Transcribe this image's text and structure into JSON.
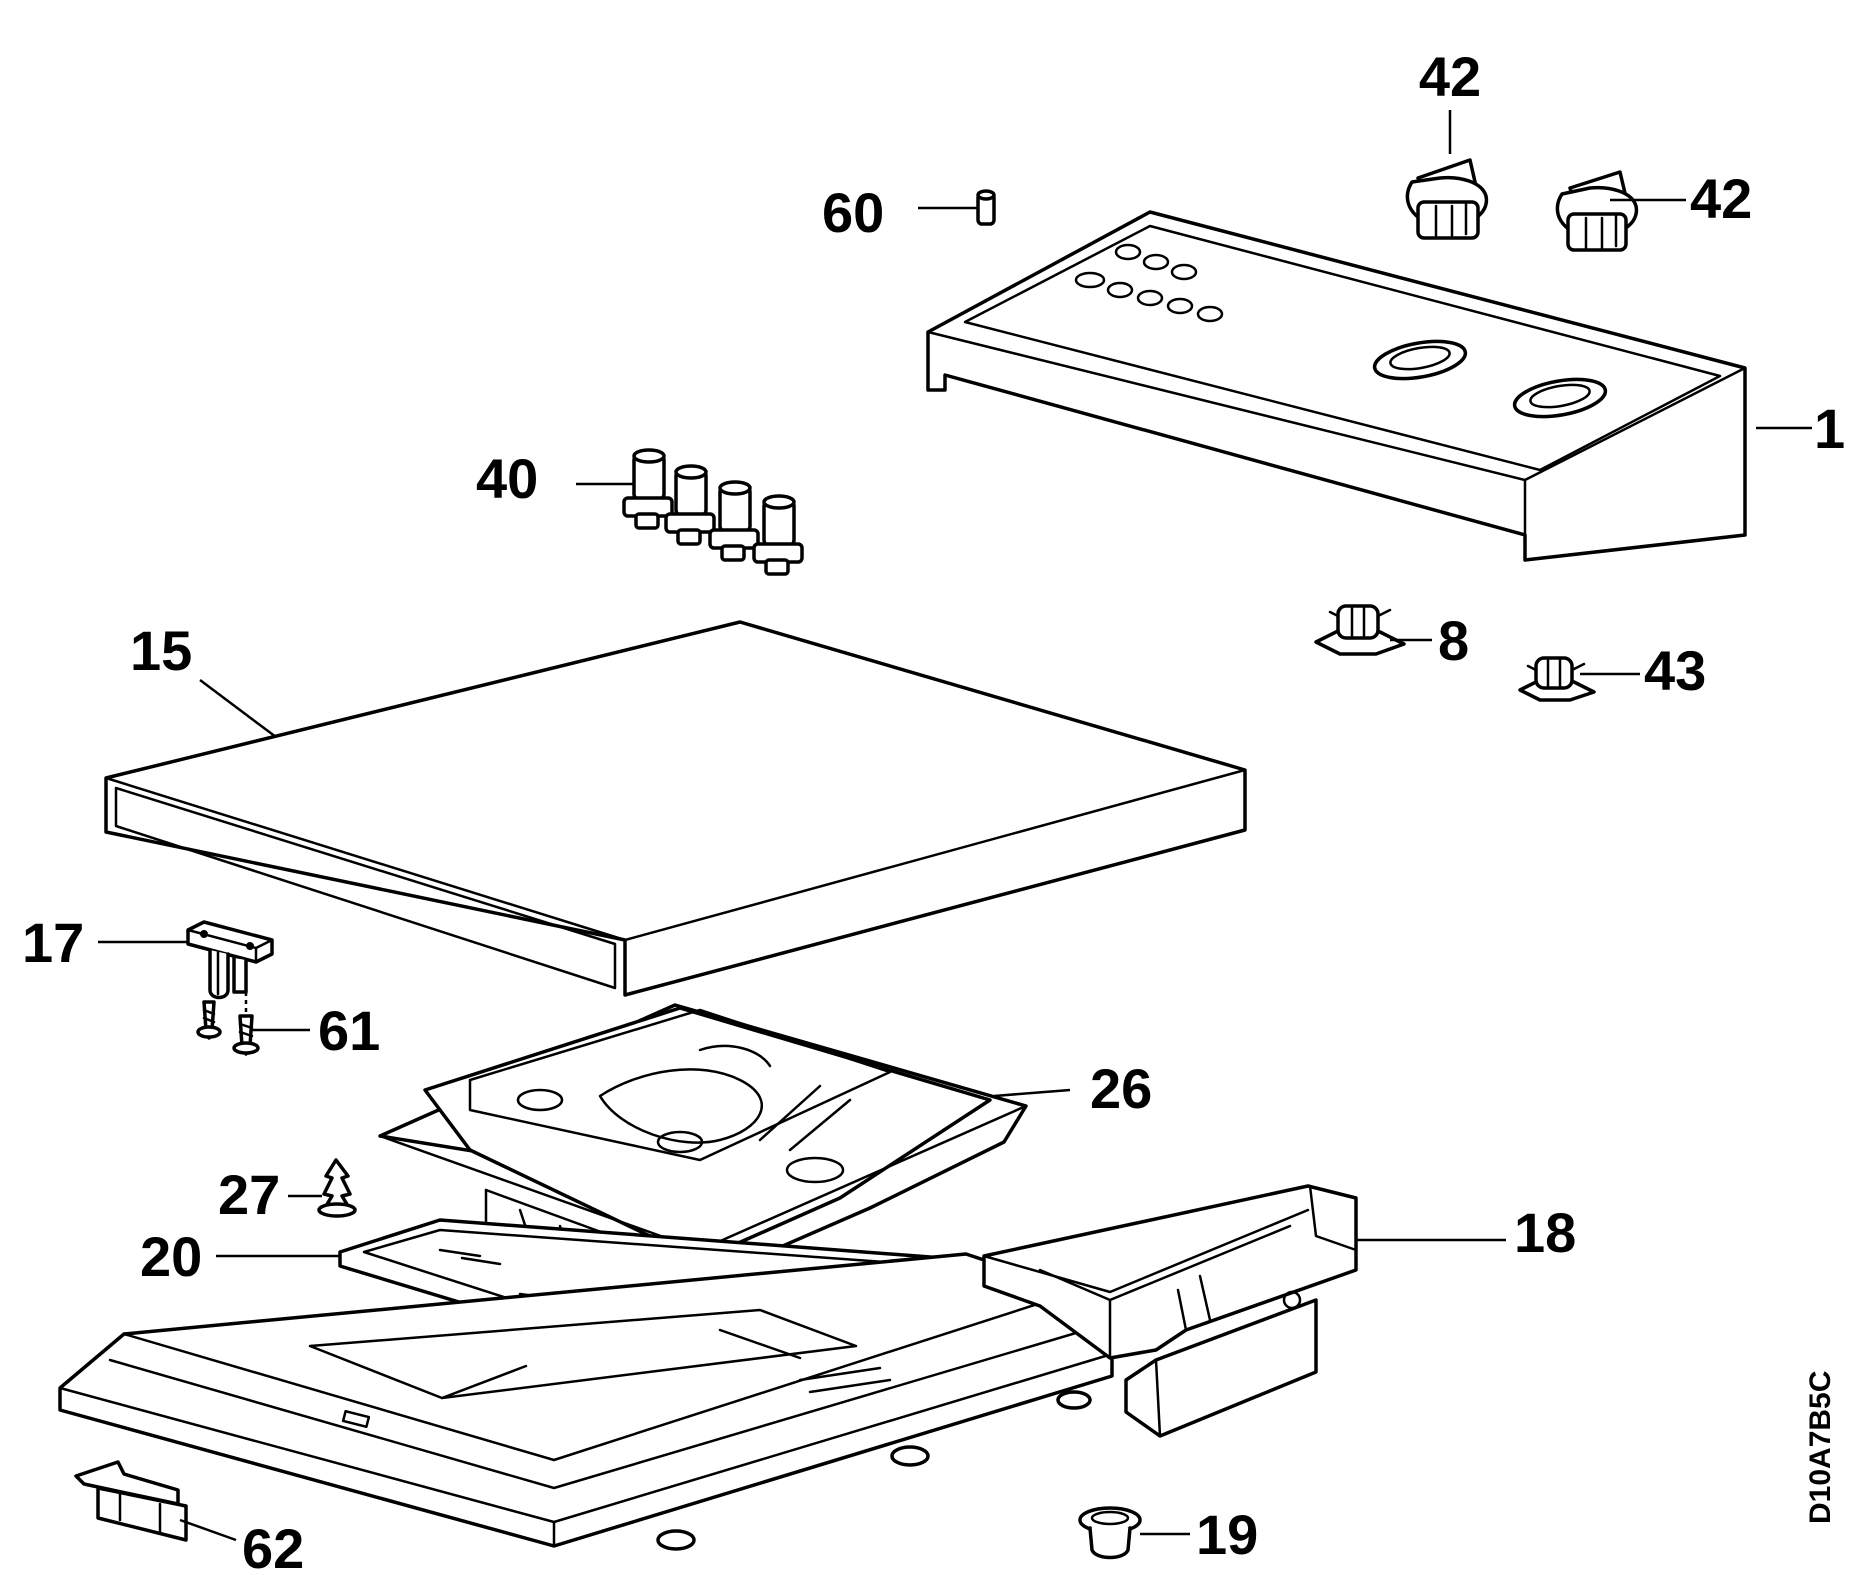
{
  "callouts": {
    "p1": "1",
    "p8": "8",
    "p15": "15",
    "p17": "17",
    "p18": "18",
    "p19": "19",
    "p20": "20",
    "p26": "26",
    "p27": "27",
    "p40": "40",
    "p42a": "42",
    "p42b": "42",
    "p43": "43",
    "p60": "60",
    "p61": "61",
    "p62": "62"
  },
  "drawing_code": "D10A7B5C",
  "colors": {
    "line": "#000000",
    "background": "#ffffff"
  }
}
